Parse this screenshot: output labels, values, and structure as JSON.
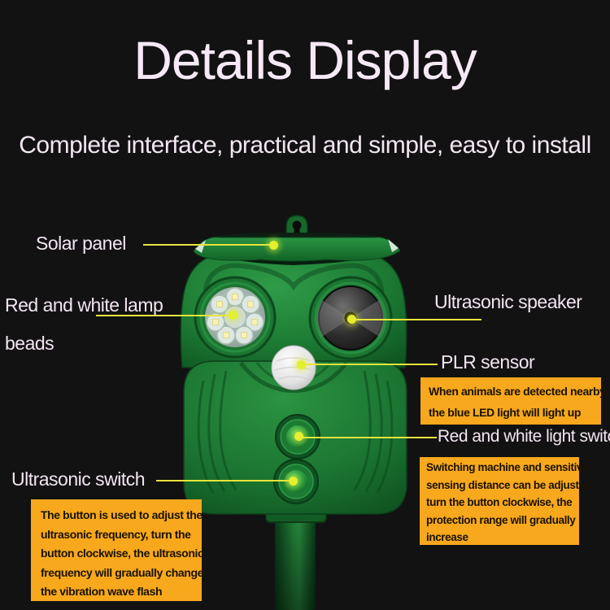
{
  "header": {
    "title": "Details Display",
    "subtitle": "Complete interface, practical and simple, easy to install"
  },
  "callouts": [
    {
      "id": "solar-panel",
      "label": "Solar panel"
    },
    {
      "id": "lamp-beads",
      "label": "Red and white lamp beads"
    },
    {
      "id": "ultrasonic-speaker",
      "label": "Ultrasonic speaker"
    },
    {
      "id": "plr-sensor",
      "label": "PLR sensor"
    },
    {
      "id": "light-switch",
      "label": "Red and white light switch"
    },
    {
      "id": "ultrasonic-switch",
      "label": "Ultrasonic switch"
    }
  ],
  "notes": [
    {
      "id": "plr-sensor-note",
      "lines": [
        "When animals are detected nearby,",
        "the blue LED light will light up"
      ]
    },
    {
      "id": "light-switch-note",
      "lines": [
        "Switching machine and sensitive",
        "sensing distance can be adjusted,",
        "turn the button clockwise, the",
        "protection range will gradually",
        "increase"
      ]
    },
    {
      "id": "ultrasonic-switch-note",
      "lines": [
        "The button is used to adjust the",
        "ultrasonic frequency, turn the",
        "button clockwise, the ultrasonic",
        "frequency will gradually change",
        "the vibration wave flash"
      ]
    }
  ],
  "colors": {
    "background": "#121212",
    "heading_text": "#f6e9f6",
    "callout_line": "#e9e43c",
    "callout_dot": "#e3ef2f",
    "note_background": "#f7a81c",
    "note_text": "#1a1200",
    "device_green": "#1d7c34"
  }
}
